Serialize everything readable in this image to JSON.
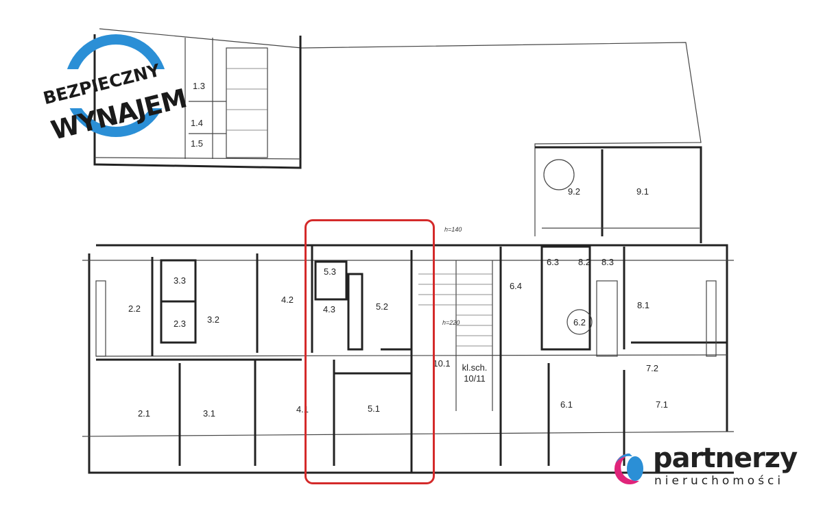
{
  "badge": {
    "line1": "BEZPIECZNY",
    "line2": "WYNAJEM",
    "ring_color": "#2b8fd6"
  },
  "brand": {
    "name": "partnerzy",
    "subtitle": "nieruchomości",
    "colors": {
      "blue": "#2b8fd6",
      "pink": "#e0247a"
    }
  },
  "highlight": {
    "color": "#d42a2a"
  },
  "rooms": [
    "1.3",
    "1.4",
    "1.5",
    "9.2",
    "9.1",
    "2.2",
    "3.3",
    "2.3",
    "3.2",
    "4.2",
    "5.3",
    "4.3",
    "5.2",
    "10.1",
    "6.4",
    "6.3",
    "8.2",
    "8.3",
    "8.1",
    "6.2",
    "7.2",
    "2.1",
    "3.1",
    "4.1",
    "5.1",
    "6.1",
    "7.1"
  ],
  "stair": {
    "line1": "kl.sch.",
    "line2": "10/11"
  },
  "notes": {
    "h1": "h=140",
    "h2": "h=220"
  }
}
